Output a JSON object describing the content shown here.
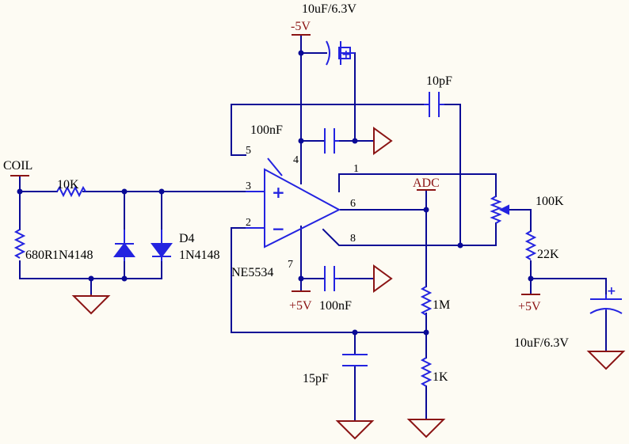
{
  "colors": {
    "wire": "#0a0a96",
    "component": "#2323e0",
    "ground": "#8b1414",
    "label": "#000000",
    "dot": "#0a0a96",
    "background": "#fdfbf3"
  },
  "labels": {
    "coil": "COIL",
    "r_input": "10K",
    "r_shunt": "680R",
    "diode1": "1N4148",
    "diode2_ref": "D4",
    "diode2": "1N4148",
    "opamp": "NE5534",
    "cap_neg_supply_bulk": "10uF/6.3V",
    "cap_feedback_top": "10pF",
    "cap_neg_decoupling": "100nF",
    "cap_pos_decoupling": "100nF",
    "cap_feedback": "15pF",
    "pot": "100K",
    "r_bias": "22K",
    "cap_bias": "10uF/6.3V",
    "r_fb_1m": "1M",
    "r_gnd_1k": "1K",
    "pin5": "5",
    "pin4": "4",
    "pin3": "3",
    "pin2": "2",
    "pin7": "7",
    "pin1": "1",
    "pin6": "6",
    "pin8": "8",
    "opamp_plus": "+",
    "opamp_minus": "−",
    "cap_polarity": "+"
  },
  "net_labels": {
    "neg_supply": "-5V",
    "pos_supply_opamp": "+5V",
    "pos_supply_bias": "+5V",
    "adc": "ADC"
  },
  "symbols": {
    "ground": "ground-icon",
    "power_bar": "power-port-icon",
    "resistor": "resistor-icon",
    "capacitor": "capacitor-icon",
    "polarized_capacitor": "polarized-capacitor-icon",
    "diode": "diode-icon",
    "opamp": "opamp-icon",
    "potentiometer": "potentiometer-icon"
  }
}
